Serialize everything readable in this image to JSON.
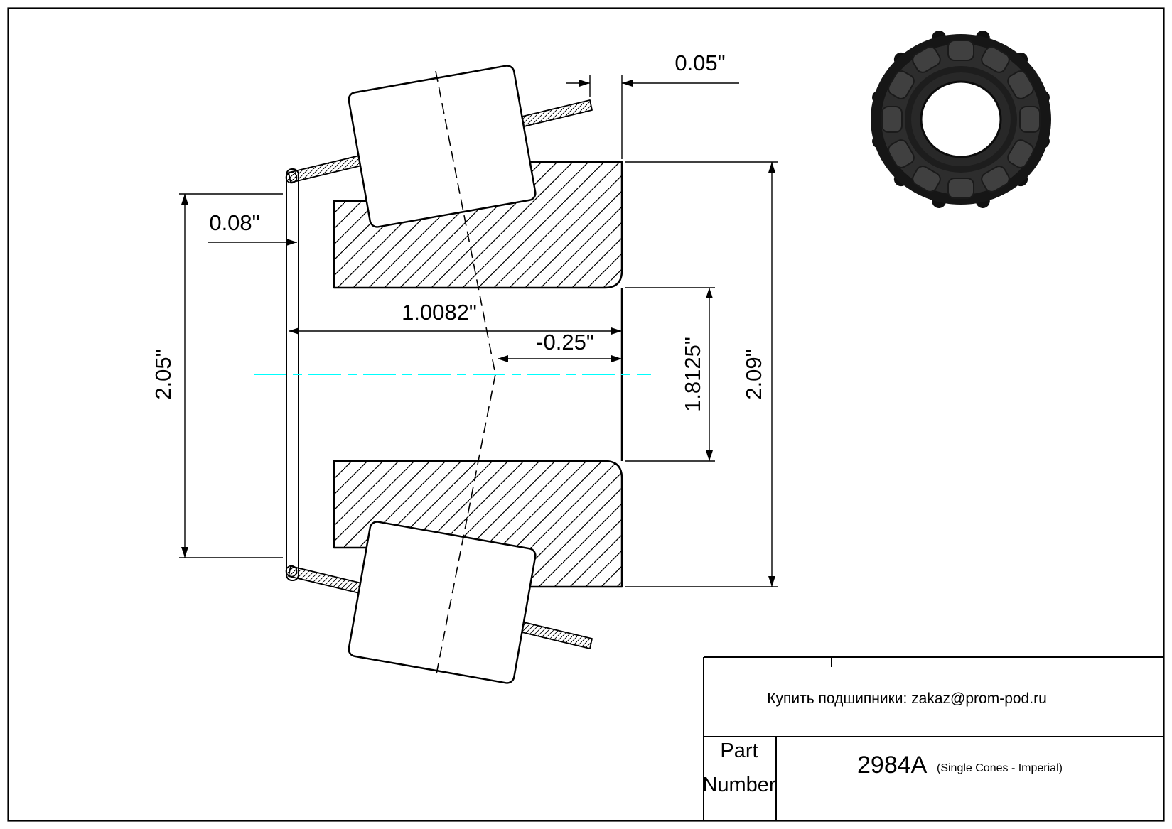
{
  "page": {
    "background": "#ffffff",
    "border_color": "#000000"
  },
  "drawing": {
    "centerline_color": "#00ffff",
    "dimensions": {
      "cup_offset": "0.05\"",
      "flange_width": "0.08\"",
      "cone_width": "1.0082\"",
      "effective_center": "-0.25\"",
      "bore_diameter": "1.8125\"",
      "outer_diameter": "2.09\"",
      "rib_diameter": "2.05\""
    }
  },
  "title_block": {
    "supplier_note": "Купить подшипники: zakaz@prom-pod.ru",
    "part_label_line1": "Part",
    "part_label_line2": "Number",
    "part_number": "2984A",
    "series_note": "(Single Cones - Imperial)"
  }
}
